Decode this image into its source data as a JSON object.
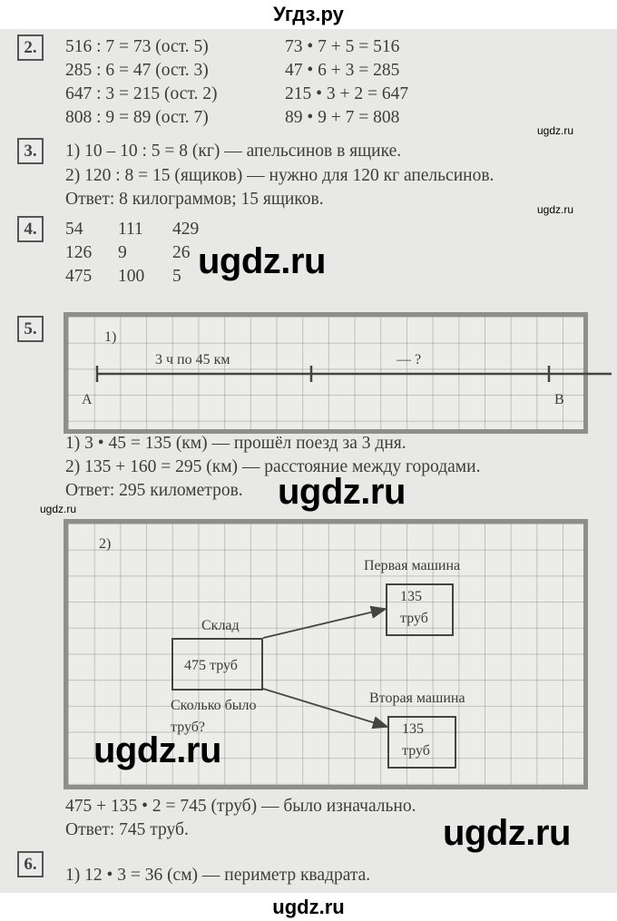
{
  "header": {
    "title": "Угдз.ру"
  },
  "footer": {
    "watermark": "ugdz.ru"
  },
  "watermarks": {
    "big": "ugdz.ru",
    "small": "ugdz.ru"
  },
  "task2": {
    "number": "2.",
    "left": [
      "516 : 7 = 73 (ост. 5)",
      "285 : 6 = 47 (ост. 3)",
      "647 : 3 = 215 (ост. 2)",
      "808 : 9 = 89 (ост. 7)"
    ],
    "right": [
      "73 • 7 + 5 = 516",
      "47 • 6 + 3 = 285",
      "215 • 3 + 2 = 647",
      "89 • 9 + 7 = 808"
    ]
  },
  "task3": {
    "number": "3.",
    "lines": [
      "1) 10 – 10 : 5 = 8 (кг) — апельсинов в ящике.",
      "2) 120 : 8 = 15 (ящиков) — нужно для 120 кг апельсинов.",
      "Ответ: 8 килограммов; 15 ящиков."
    ]
  },
  "task4": {
    "number": "4.",
    "rows": [
      [
        "54",
        "111",
        "429"
      ],
      [
        "126",
        "9",
        "26"
      ],
      [
        "475",
        "100",
        "5"
      ]
    ]
  },
  "task5": {
    "number": "5.",
    "diagram1": {
      "label": "1)",
      "segment_label": "3 ч по 45 км",
      "unknown_label": "— ?",
      "point_a": "A",
      "point_b": "B"
    },
    "lines": [
      "1) 3 • 45 = 135 (км) — прошёл поезд за 3 дня.",
      "2) 135 + 160 = 295 (км) — расстояние между городами.",
      "Ответ: 295 километров."
    ],
    "diagram2": {
      "label": "2)",
      "warehouse_title": "Склад",
      "warehouse_value": "475 труб",
      "question_line1": "Сколько было",
      "question_line2": "труб?",
      "first_car_title": "Первая машина",
      "first_car_value1": "135",
      "first_car_value2": "труб",
      "second_car_title": "Вторая машина",
      "second_car_value1": "135",
      "second_car_value2": "труб"
    },
    "lines2": [
      "475 + 135 • 2 = 745 (труб) — было изначально.",
      "Ответ: 745 труб."
    ]
  },
  "task6": {
    "number": "6.",
    "lines": [
      "1) 12 • 3 = 36 (см) — периметр квадрата."
    ]
  }
}
